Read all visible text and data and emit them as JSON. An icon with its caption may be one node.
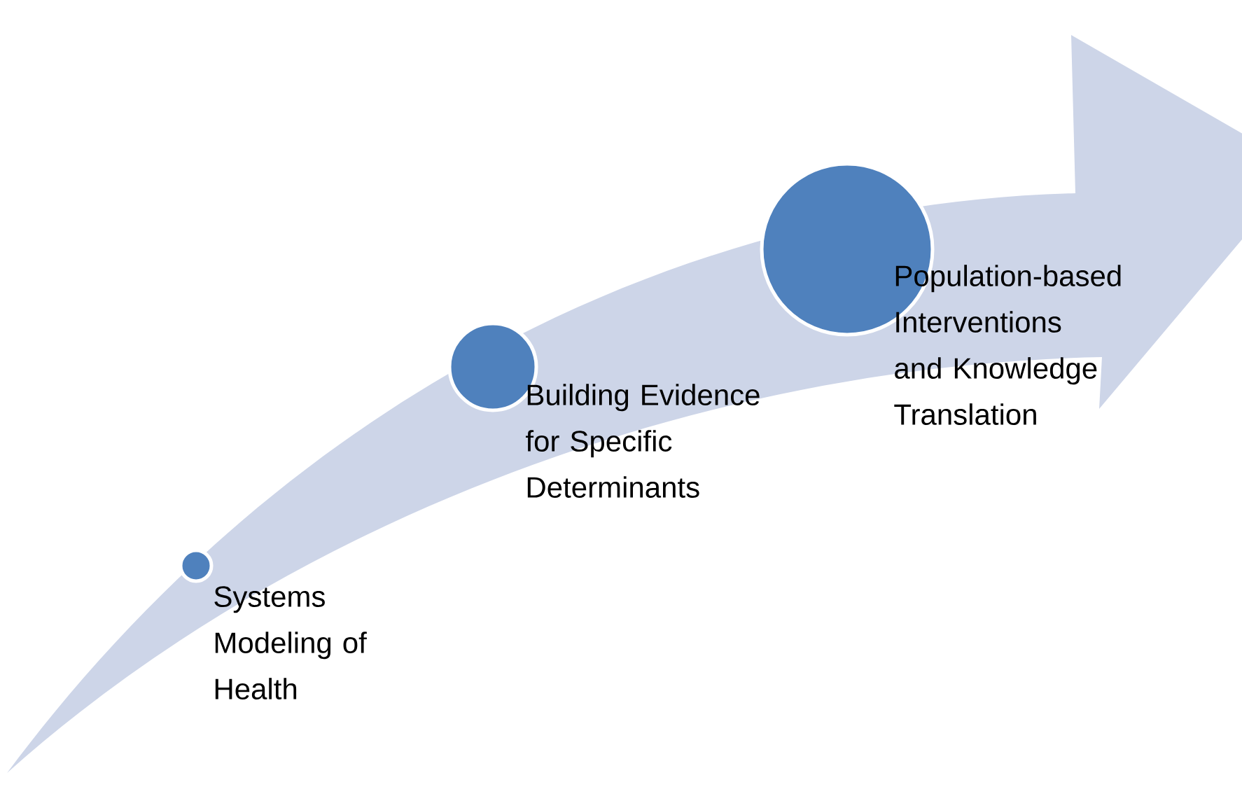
{
  "diagram": {
    "nodes": [
      {
        "text": [],
        "shape": "circle",
        "beside": [
          "Systems Modeling of Health"
        ]
      },
      {
        "text": [],
        "shape": "circle",
        "beside": [
          "Building Evidence for Specific Determinants"
        ]
      },
      {
        "text": [],
        "shape": "circle",
        "beside": [
          "Population-based Interventions and Knowledge Translation"
        ]
      }
    ]
  }
}
